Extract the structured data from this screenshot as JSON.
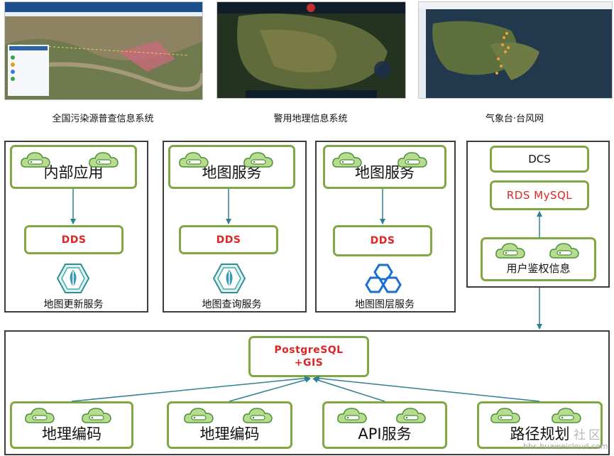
{
  "screenshots": [
    {
      "caption": "全国污染源普查信息系统"
    },
    {
      "caption": "警用地理信息系统"
    },
    {
      "caption": "气象台·台风网"
    }
  ],
  "columns": [
    {
      "top_box": "内部应用",
      "middle_box": "DDS",
      "service_label": "地图更新服务",
      "service_icon": "leaf-hexagon-icon"
    },
    {
      "top_box": "地图服务",
      "middle_box": "DDS",
      "service_label": "地图查询服务",
      "service_icon": "leaf-hexagon-icon"
    },
    {
      "top_box": "地图服务",
      "middle_box": "DDS",
      "service_label": "地图图层服务",
      "service_icon": "hexagon-cluster-icon"
    }
  ],
  "auth_panel": {
    "dcs": "DCS",
    "rds": "RDS MySQL",
    "auth": "用户鉴权信息"
  },
  "database": {
    "line1": "PostgreSQL",
    "line2": "+GIS"
  },
  "bottom_services": [
    "地理编码",
    "地理编码",
    "API服务",
    "路径规划"
  ],
  "watermark": {
    "line1": "社区",
    "line2": "bbs.huaweicloud.com"
  },
  "colors": {
    "box_border": "#7fa845",
    "accent_red": "#e02424",
    "arrow": "#2f7f95",
    "cloud_fill": "#b6dd8e"
  }
}
